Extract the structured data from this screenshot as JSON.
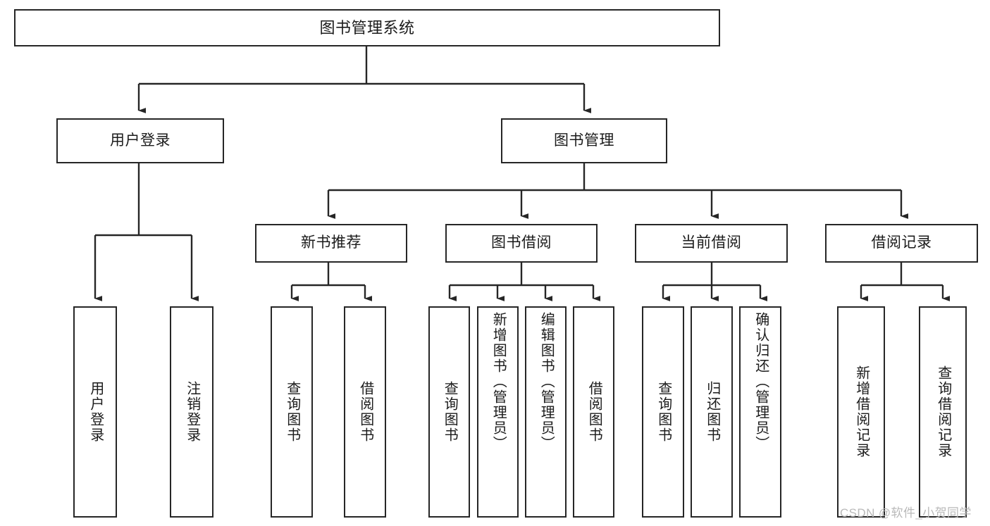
{
  "diagram": {
    "type": "tree-hierarchy",
    "title": "图书管理系统",
    "orientation": "top-down",
    "colors": {
      "box_border": "#262626",
      "box_fill": "#ffffff",
      "edge": "#262626",
      "text": "#1b1b1b",
      "watermark": "#b9b9b9",
      "background": "#ffffff"
    },
    "root": {
      "label": "图书管理系统"
    },
    "level2": [
      {
        "id": "user-login",
        "label": "用户登录"
      },
      {
        "id": "book-management",
        "label": "图书管理"
      }
    ],
    "level3": [
      {
        "id": "new-book-recommend",
        "label": "新书推荐"
      },
      {
        "id": "book-borrow",
        "label": "图书借阅"
      },
      {
        "id": "current-borrow",
        "label": "当前借阅"
      },
      {
        "id": "borrow-record",
        "label": "借阅记录"
      }
    ],
    "leaves": {
      "user_login": [
        {
          "id": "leaf-user-login",
          "label": "用户登录"
        },
        {
          "id": "leaf-logout-login",
          "label": "注销登录"
        }
      ],
      "new_book_recommend": [
        {
          "id": "leaf-query-book-1",
          "label": "查询图书"
        },
        {
          "id": "leaf-borrow-book-1",
          "label": "借阅图书"
        }
      ],
      "book_borrow": [
        {
          "id": "leaf-query-book-2",
          "label": "查询图书"
        },
        {
          "id": "leaf-add-book",
          "label": "新增图书（管理员）"
        },
        {
          "id": "leaf-edit-book",
          "label": "编辑图书（管理员）"
        },
        {
          "id": "leaf-borrow-book-2",
          "label": "借阅图书"
        }
      ],
      "current_borrow": [
        {
          "id": "leaf-query-book-3",
          "label": "查询图书"
        },
        {
          "id": "leaf-return-book",
          "label": "归还图书"
        },
        {
          "id": "leaf-confirm-return",
          "label": "确认归还（管理员）"
        }
      ],
      "borrow_record": [
        {
          "id": "leaf-add-record",
          "label": "新增借阅记录"
        },
        {
          "id": "leaf-query-record",
          "label": "查询借阅记录"
        }
      ]
    }
  },
  "watermark": {
    "text": "CSDN @软件_小贺同学"
  }
}
